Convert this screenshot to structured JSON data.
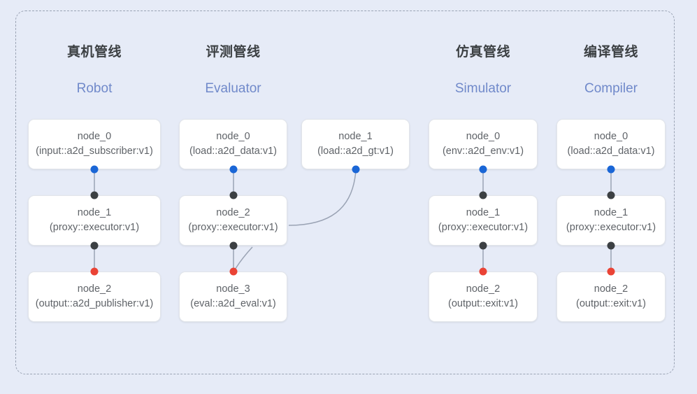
{
  "diagram": {
    "background_color": "#e6ebf7",
    "frame_border_color": "#9aa3b4",
    "node_text_color": "#5f6368",
    "title_cn_color": "#3c4043",
    "title_en_color": "#7089ca",
    "port_colors": {
      "input": "#1a66d6",
      "middle": "#3c4043",
      "output": "#ea4335"
    },
    "edge_color": "#9aa3b4"
  },
  "columns": [
    {
      "title_cn": "真机管线",
      "title_en": "Robot",
      "nodes": [
        {
          "name": "node_0",
          "type": "(input::a2d_subscriber:v1)"
        },
        {
          "name": "node_1",
          "type": "(proxy::executor:v1)"
        },
        {
          "name": "node_2",
          "type": "(output::a2d_publisher:v1)"
        }
      ]
    },
    {
      "title_cn": "评测管线",
      "title_en": "Evaluator",
      "nodes": [
        {
          "name": "node_0",
          "type": "(load::a2d_data:v1)"
        },
        {
          "name": "node_1",
          "type": "(load::a2d_gt:v1)"
        },
        {
          "name": "node_2",
          "type": "(proxy::executor:v1)"
        },
        {
          "name": "node_3",
          "type": "(eval::a2d_eval:v1)"
        }
      ]
    },
    {
      "title_cn": "仿真管线",
      "title_en": "Simulator",
      "nodes": [
        {
          "name": "node_0",
          "type": "(env::a2d_env:v1)"
        },
        {
          "name": "node_1",
          "type": "(proxy::executor:v1)"
        },
        {
          "name": "node_2",
          "type": "(output::exit:v1)"
        }
      ]
    },
    {
      "title_cn": "编译管线",
      "title_en": "Compiler",
      "nodes": [
        {
          "name": "node_0",
          "type": "(load::a2d_data:v1)"
        },
        {
          "name": "node_1",
          "type": "(proxy::executor:v1)"
        },
        {
          "name": "node_2",
          "type": "(output::exit:v1)"
        }
      ]
    }
  ]
}
